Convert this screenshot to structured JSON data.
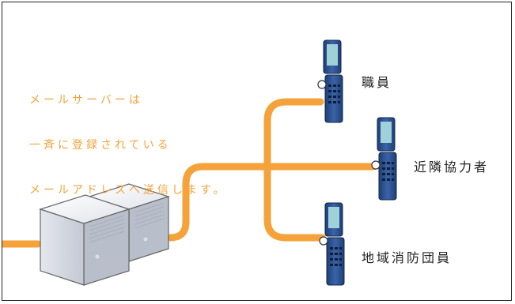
{
  "note_lines": [
    "メールサーバーは",
    "一斉に登録されている",
    "メールアドレスへ送信します。"
  ],
  "recipients": {
    "staff": "職員",
    "neighbors": "近隣協力者",
    "local_firefighters": "地域消防団員"
  },
  "colors": {
    "line": "#f5a23a",
    "note_text": "#f3a33a",
    "phone_body": "#2a4e8c",
    "phone_screen": "#9fd2d8"
  }
}
